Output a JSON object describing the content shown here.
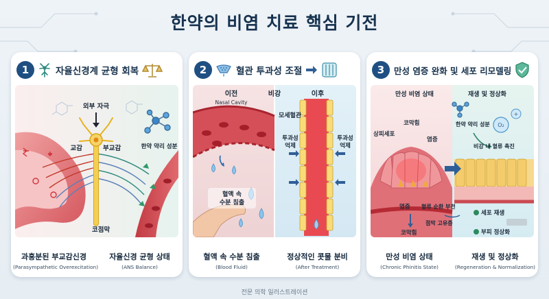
{
  "title": "한약의 비염 치료 핵심 기전",
  "footer": "전문 의학 일러스트레이션",
  "panels": [
    {
      "number": "1",
      "title": "자율신경계 균형 회복",
      "labels": {
        "external_stimulus": "외부 자극",
        "sympathetic": "교감",
        "parasympathetic": "부교감",
        "herbal_component": "한약 약리 성분",
        "mucosa": "코점막"
      },
      "captions": [
        {
          "main": "과흥분된 부교감신경",
          "sub": "(Parasympathetic Overexcitation)"
        },
        {
          "main": "자율신경 균형 상태",
          "sub": "(ANS Balance)"
        }
      ]
    },
    {
      "number": "2",
      "title": "혈관 투과성 조절",
      "labels": {
        "before": "이전",
        "nasal_cavity": "Nasal Cavity",
        "nasal": "비강",
        "after": "이후",
        "capillary": "모세혈관",
        "leak": "혈액 속 수분 침출",
        "perm_left": "투과성 억제",
        "perm_right": "투과성 억제"
      },
      "captions": [
        {
          "main": "혈액 속 수분 침출",
          "sub": "(Blood Fluid)"
        },
        {
          "main": "정상적인 콧물 분비",
          "sub": "(After Treatment)"
        }
      ]
    },
    {
      "number": "3",
      "title": "만성 염증 완화 및 세포 리모델링",
      "labels": {
        "chronic_state": "만성 비염 상태",
        "regen_state": "재생 및 정상화",
        "epithelium": "상피세포",
        "mucosa_top": "코막힘",
        "inflammation": "염증",
        "herbal": "한약 약리 성분",
        "o2": "O₂",
        "circulation": "비강 내 혈류 촉진",
        "inflammation_bottom": "염증",
        "mucosa_bottom": "코막힘",
        "poor_circulation": "혈류 순환 부전",
        "mucus_stasis": "점막 고유층",
        "cell_regen": "세포 재생",
        "mucosa_normal": "부피 정상화"
      },
      "captions": [
        {
          "main": "만성 비염 상태",
          "sub": "(Chronic Phinitis State)"
        },
        {
          "main": "재생 및 정상화",
          "sub": "(Regeneration & Normalization)"
        }
      ]
    }
  ]
}
